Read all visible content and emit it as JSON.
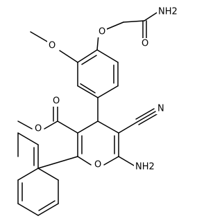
{
  "labels": {
    "amide_nh2": "NH2",
    "amide_o": "O",
    "ether_o": "O",
    "methoxy_o": "O",
    "lactone_carbonyl_o": "O",
    "lactone_ring_o": "O",
    "pyran_ring_o": "O",
    "nitrile_n": "N",
    "amino_nh2": "NH2"
  },
  "colors": {
    "ink": "#000000",
    "background": "#ffffff"
  }
}
